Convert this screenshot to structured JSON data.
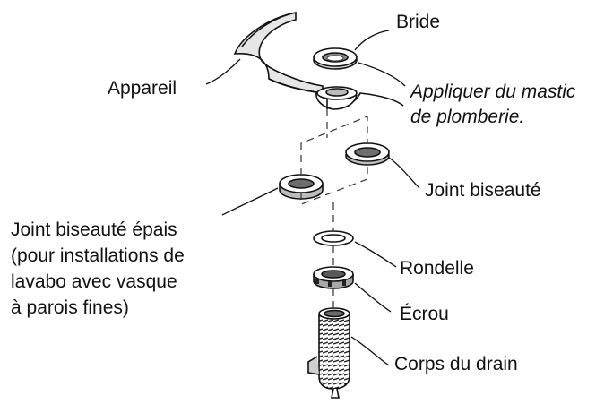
{
  "labels": {
    "bride": "Bride",
    "appareil": "Appareil",
    "mastic_line1": "Appliquer du mastic",
    "mastic_line2": "de plomberie.",
    "joint_biseaute": "Joint biseauté",
    "joint_epais_line1": "Joint biseauté épais",
    "joint_epais_line2": "(pour installations de",
    "joint_epais_line3": "lavabo avec vasque",
    "joint_epais_line4": "à parois fines)",
    "rondelle": "Rondelle",
    "ecrou": "Écrou",
    "corps_drain": "Corps du drain"
  },
  "colors": {
    "ink": "#111111",
    "shade": "#9a9a9a",
    "background": "#ffffff"
  }
}
